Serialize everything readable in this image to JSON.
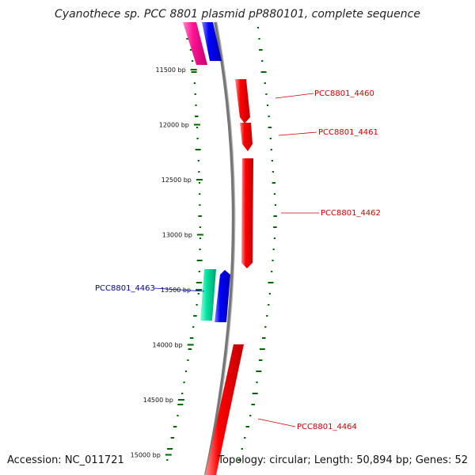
{
  "title": "Cyanothece sp. PCC 8801 plasmid pP880101, complete sequence",
  "footer": {
    "accession": "Accession: NC_011721",
    "summary": "Topology: circular; Length: 50,894 bp; Genes: 52"
  },
  "scale": {
    "ticks": [
      {
        "label": "11500 bp",
        "bp": 11500
      },
      {
        "label": "12000 bp",
        "bp": 12000
      },
      {
        "label": "12500 bp",
        "bp": 12500
      },
      {
        "label": "13000 bp",
        "bp": 13000
      },
      {
        "label": "13500 bp",
        "bp": 13500
      },
      {
        "label": "14000 bp",
        "bp": 14000
      },
      {
        "label": "14500 bp",
        "bp": 14500
      },
      {
        "label": "15000 bp",
        "bp": 15000
      }
    ]
  },
  "genes": [
    {
      "name": "PCC8801_4460",
      "label_color": "#cc0000"
    },
    {
      "name": "PCC8801_4461",
      "label_color": "#cc0000"
    },
    {
      "name": "PCC8801_4462",
      "label_color": "#cc0000"
    },
    {
      "name": "PCC8801_4463",
      "label_color": "#0000aa"
    },
    {
      "name": "PCC8801_4464",
      "label_color": "#cc0000"
    }
  ],
  "colors": {
    "forward_gene": "#ff0000",
    "reverse_gene": "#0000ff",
    "gene_magenta": "#ff1493",
    "gene_green": "#00e5a0",
    "backbone": "#808080",
    "gc_ticks": "#006600"
  }
}
